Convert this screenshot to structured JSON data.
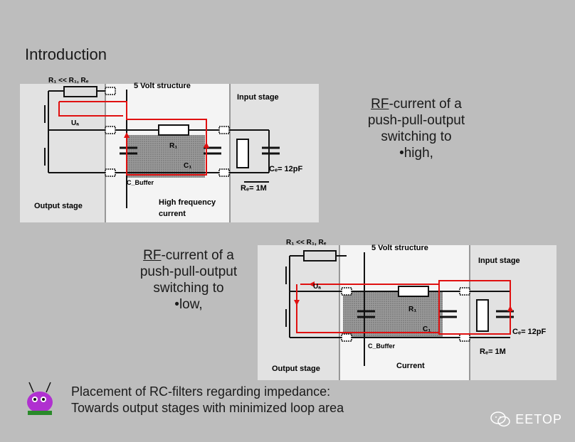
{
  "title": "Introduction",
  "caption_high": {
    "rf": "RF",
    "line1_rest": "-current of a",
    "line2": "push-pull-output",
    "line3": "switching to",
    "line4": "•high,"
  },
  "caption_low": {
    "rf": "RF",
    "line1_rest": "-current of a",
    "line2": "push-pull-output",
    "line3": "switching to",
    "line4": "•low,"
  },
  "footer": {
    "line1": "Placement of RC-filters regarding impedance:",
    "line2": "Towards output stages with minimized loop area"
  },
  "watermark": "EETOP",
  "diagram_high": {
    "r1_label": "R₁ << R₁, Rₑ",
    "five_volt": "5 Volt structure",
    "input_stage": "Input stage",
    "ua": "Uₐ",
    "r1": "R₁",
    "c1": "C₁",
    "ce": "Cₑ= 12pF",
    "re": "Rₑ= 1M",
    "cbuffer": "C_Buffer",
    "output_stage": "Output stage",
    "hf_current": "High frequency",
    "hf_current2": "current"
  },
  "diagram_low": {
    "r1_label": "R₁ << R₁, Rₑ",
    "five_volt": "5 Volt structure",
    "input_stage": "Input stage",
    "ua": "Uₐ",
    "r1": "R₁",
    "c1": "C₁",
    "ce": "Cₑ= 12pF",
    "re": "Rₑ= 1M",
    "cbuffer": "C_Buffer",
    "output_stage": "Output stage",
    "current": "Current"
  },
  "colors": {
    "background": "#bdbdbd",
    "diagram_bg": "#f4f4f4",
    "stage_bg": "#dcdcdc",
    "current_path": "#e01010",
    "hatch": "#8a8a8a"
  }
}
